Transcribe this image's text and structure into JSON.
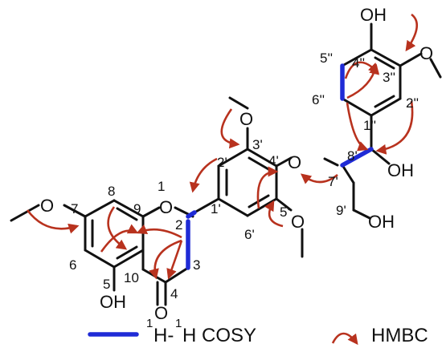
{
  "atoms": {
    "oh_top": "OH",
    "o_methoxy_top": "O",
    "o_methoxy_3p": "O",
    "o_ether": "O",
    "oh_8p": "OH",
    "o_ring": "O",
    "o_methoxy_7": "O",
    "o_methoxy_5p": "O",
    "oh_9p": "OH",
    "oh_5": "OH",
    "o_carbonyl": "O"
  },
  "numbering": {
    "n4pp": "4''",
    "n3pp": "3''",
    "n5pp": "5''",
    "n6pp": "6''",
    "n2pp": "2''",
    "n1pp": "1''",
    "n3p": "3'",
    "n4p": "4'",
    "n2p": "2'",
    "n8p": "8'",
    "n7p": "7'",
    "n1": "1",
    "n8": "8",
    "n9": "9",
    "n7": "7",
    "n2": "2",
    "n1p": "1'",
    "n5p": "5'",
    "n6p": "6'",
    "n9p": "9'",
    "n6": "6",
    "n10": "10",
    "n3": "3",
    "n5": "5",
    "n4": "4"
  },
  "legend": {
    "cosy_sup1": "1",
    "cosy_h1": "H-",
    "cosy_sup2": "1",
    "cosy_h2": "H COSY",
    "hmbc_label": "HMBC"
  },
  "colors": {
    "cosy": "#1f2bd6",
    "hmbc": "#b8321e",
    "bond": "#111111"
  }
}
